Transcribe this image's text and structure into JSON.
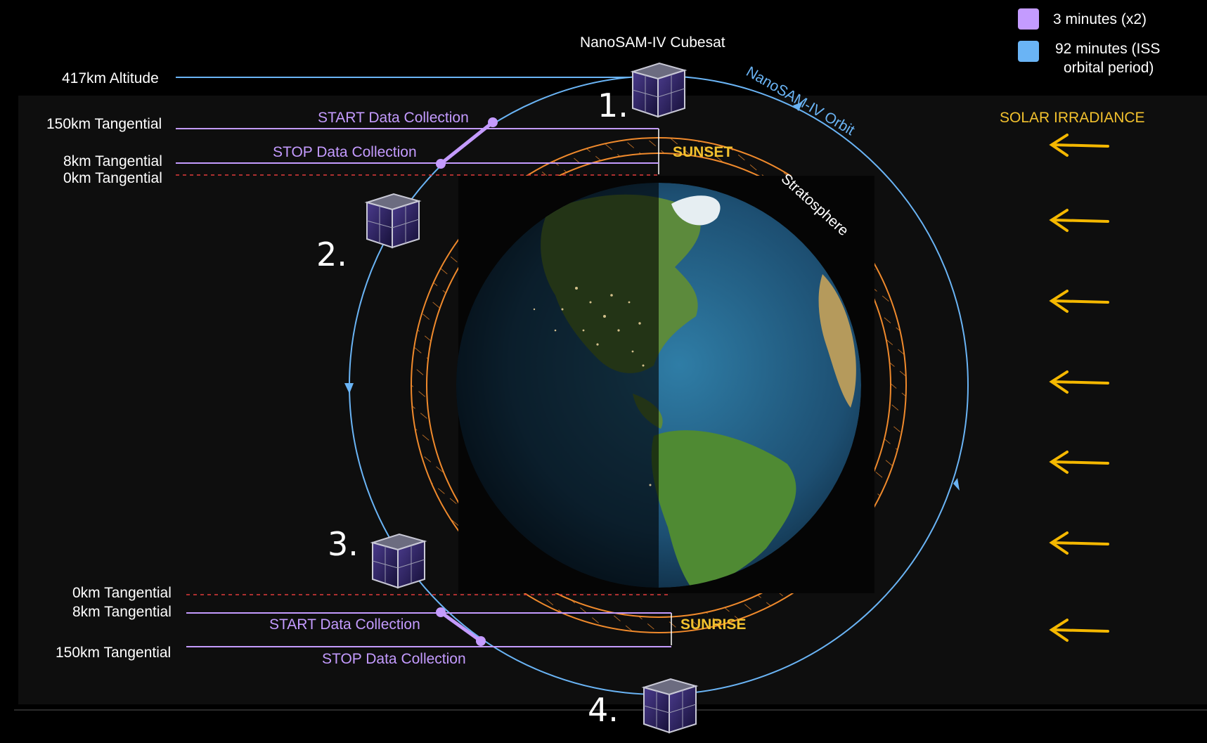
{
  "title": "NanoSAM-IV Cubesat",
  "orbit_label": "NanoSAM-IV Orbit",
  "stratosphere_label": "Stratosphere",
  "sunset_label": "SUNSET",
  "sunrise_label": "SUNRISE",
  "solar_label": "SOLAR IRRADIANCE",
  "legend": [
    {
      "label": "3 minutes (x2)",
      "color": "#c49bff"
    },
    {
      "label_line1": "92 minutes (ISS",
      "label_line2": "orbital period)",
      "color": "#6ab4f5"
    }
  ],
  "top_lines": {
    "altitude": "417km Altitude",
    "tan150": "150km Tangential",
    "tan8": "8km Tangential",
    "tan0": "0km Tangential",
    "start": "START Data Collection",
    "stop": "STOP Data Collection"
  },
  "bottom_lines": {
    "tan0": "0km Tangential",
    "tan8": "8km Tangential",
    "tan150": "150km Tangential",
    "start": "START Data Collection",
    "stop": "STOP Data Collection"
  },
  "positions": [
    "1.",
    "2.",
    "3.",
    "4."
  ],
  "colors": {
    "orbit": "#6ab4f5",
    "collection": "#c49bff",
    "stratosphere": "#f08a2c",
    "tangent_zero": "#e03a3a",
    "solar": "#f5b800"
  }
}
